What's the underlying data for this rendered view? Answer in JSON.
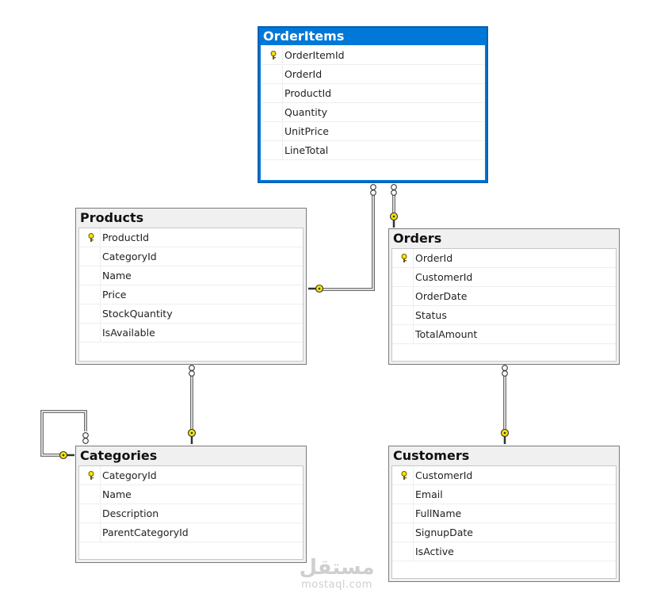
{
  "tables": [
    {
      "id": "orderitems",
      "title": "OrderItems",
      "selected": true,
      "columns": [
        {
          "name": "OrderItemId",
          "pk": true
        },
        {
          "name": "OrderId"
        },
        {
          "name": "ProductId"
        },
        {
          "name": "Quantity"
        },
        {
          "name": "UnitPrice"
        },
        {
          "name": "LineTotal"
        }
      ]
    },
    {
      "id": "products",
      "title": "Products",
      "columns": [
        {
          "name": "ProductId",
          "pk": true
        },
        {
          "name": "CategoryId"
        },
        {
          "name": "Name"
        },
        {
          "name": "Price"
        },
        {
          "name": "StockQuantity"
        },
        {
          "name": "IsAvailable"
        }
      ]
    },
    {
      "id": "orders",
      "title": "Orders",
      "columns": [
        {
          "name": "OrderId",
          "pk": true
        },
        {
          "name": "CustomerId"
        },
        {
          "name": "OrderDate"
        },
        {
          "name": "Status"
        },
        {
          "name": "TotalAmount"
        }
      ]
    },
    {
      "id": "categories",
      "title": "Categories",
      "columns": [
        {
          "name": "CategoryId",
          "pk": true
        },
        {
          "name": "Name"
        },
        {
          "name": "Description"
        },
        {
          "name": "ParentCategoryId"
        }
      ]
    },
    {
      "id": "customers",
      "title": "Customers",
      "columns": [
        {
          "name": "CustomerId",
          "pk": true
        },
        {
          "name": "Email"
        },
        {
          "name": "FullName"
        },
        {
          "name": "SignupDate"
        },
        {
          "name": "IsActive"
        }
      ]
    }
  ],
  "relationships": [
    {
      "many": "orderitems",
      "one": "products"
    },
    {
      "many": "orderitems",
      "one": "orders"
    },
    {
      "many": "products",
      "one": "categories"
    },
    {
      "many": "orders",
      "one": "customers"
    },
    {
      "many": "categories",
      "one": "categories"
    }
  ],
  "watermark": {
    "arabic": "مستقل",
    "latin": "mostaql.com"
  },
  "colors": {
    "selected_table": "#0078d7",
    "key_icon": "#f5e400",
    "connector": "#6e6e6e"
  }
}
